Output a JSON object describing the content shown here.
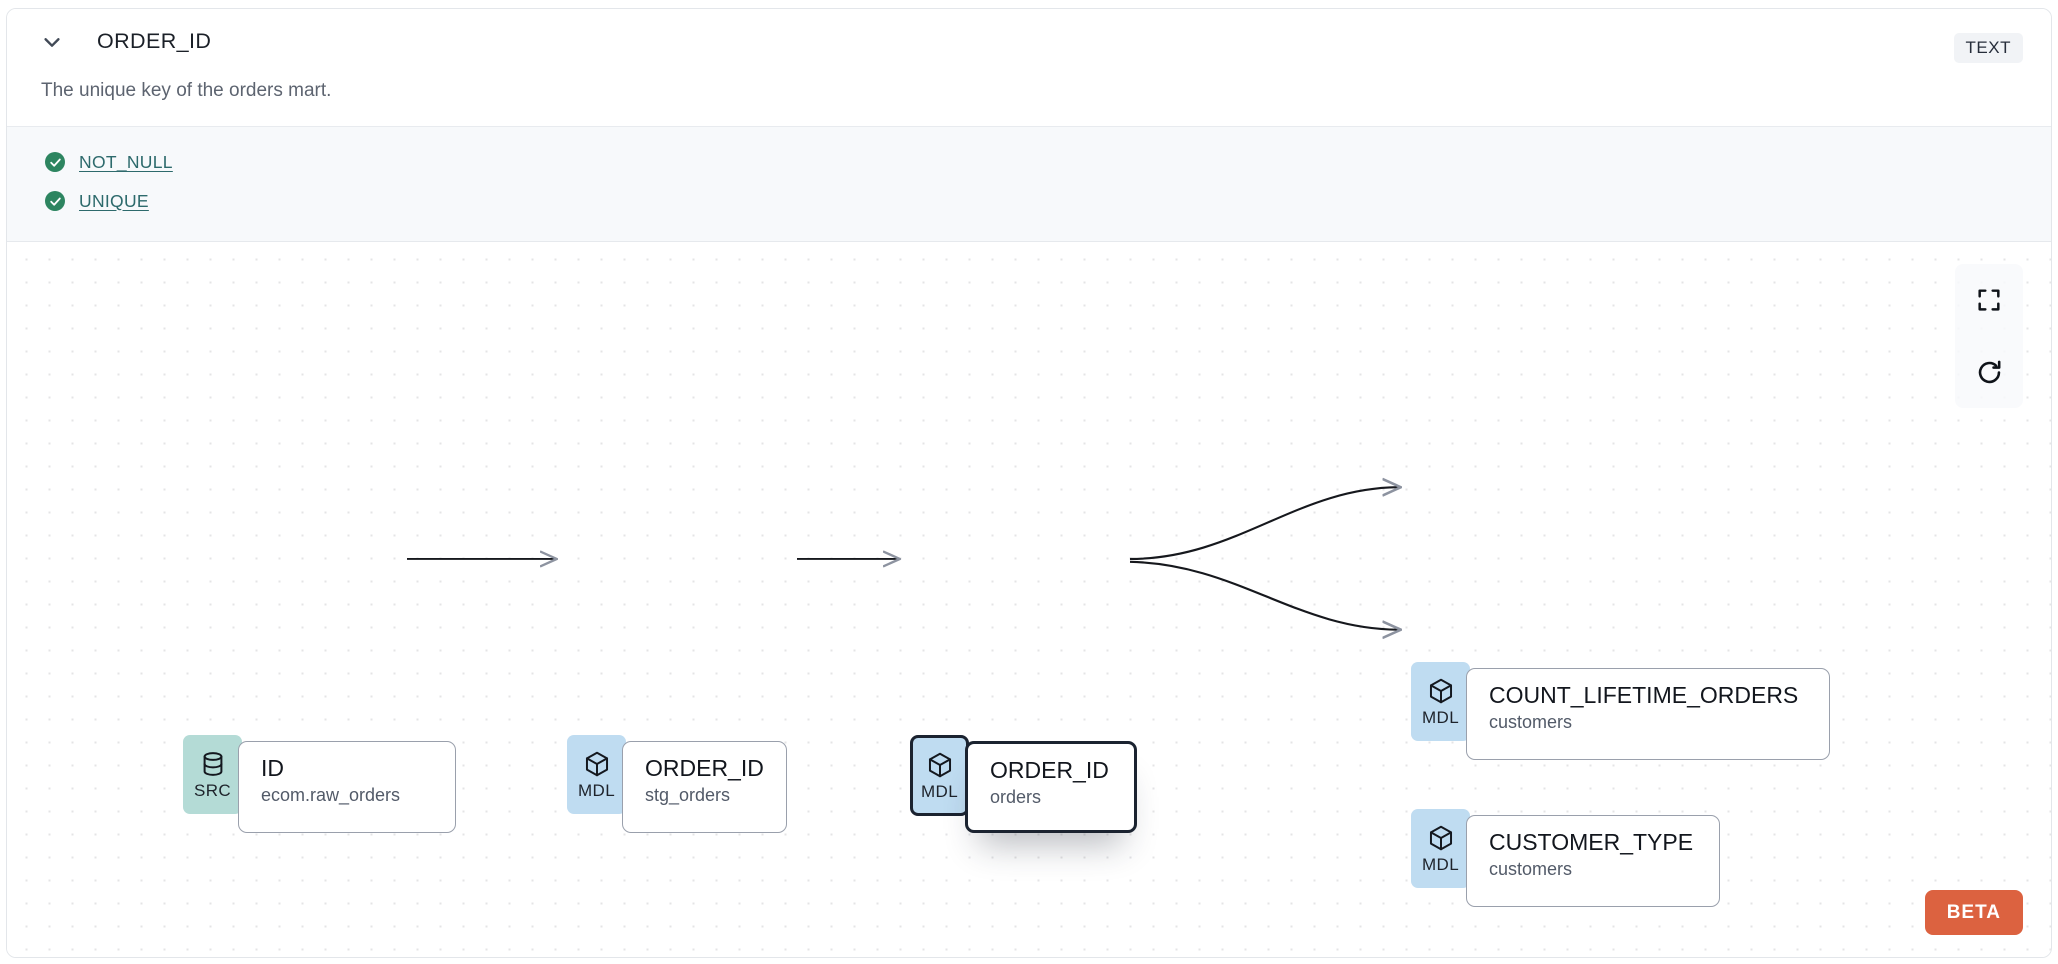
{
  "header": {
    "collapse_icon": "chevron-down-icon",
    "column_name": "ORDER_ID",
    "data_type": "TEXT",
    "description": "The unique key of the orders mart."
  },
  "tests": [
    {
      "icon": "check-circle-icon",
      "label": "NOT_NULL"
    },
    {
      "icon": "check-circle-icon",
      "label": "UNIQUE"
    }
  ],
  "lineage": {
    "nodes": [
      {
        "id": "src",
        "kind": "SRC",
        "icon": "database-icon",
        "name": "ID",
        "parent": "ecom.raw_orders",
        "selected": false
      },
      {
        "id": "stg",
        "kind": "MDL",
        "icon": "cube-icon",
        "name": "ORDER_ID",
        "parent": "stg_orders",
        "selected": false
      },
      {
        "id": "orders",
        "kind": "MDL",
        "icon": "cube-icon",
        "name": "ORDER_ID",
        "parent": "orders",
        "selected": true
      },
      {
        "id": "count",
        "kind": "MDL",
        "icon": "cube-icon",
        "name": "COUNT_LIFETIME_ORDERS",
        "parent": "customers",
        "selected": false
      },
      {
        "id": "custtype",
        "kind": "MDL",
        "icon": "cube-icon",
        "name": "CUSTOMER_TYPE",
        "parent": "customers",
        "selected": false
      }
    ],
    "edges": [
      {
        "from": "src",
        "to": "stg"
      },
      {
        "from": "stg",
        "to": "orders"
      },
      {
        "from": "orders",
        "to": "count"
      },
      {
        "from": "orders",
        "to": "custtype"
      }
    ]
  },
  "controls": {
    "fit_view_label": "fit-view-icon",
    "reset_label": "refresh-icon"
  },
  "beta": {
    "label": "BETA"
  },
  "colors": {
    "src_badge": "#b4dbd6",
    "mdl_badge": "#bfdcf1",
    "check_green": "#2d8560",
    "link_teal": "#2d6a6c",
    "beta_orange": "#dc6240",
    "selected_border": "#1b2330"
  }
}
